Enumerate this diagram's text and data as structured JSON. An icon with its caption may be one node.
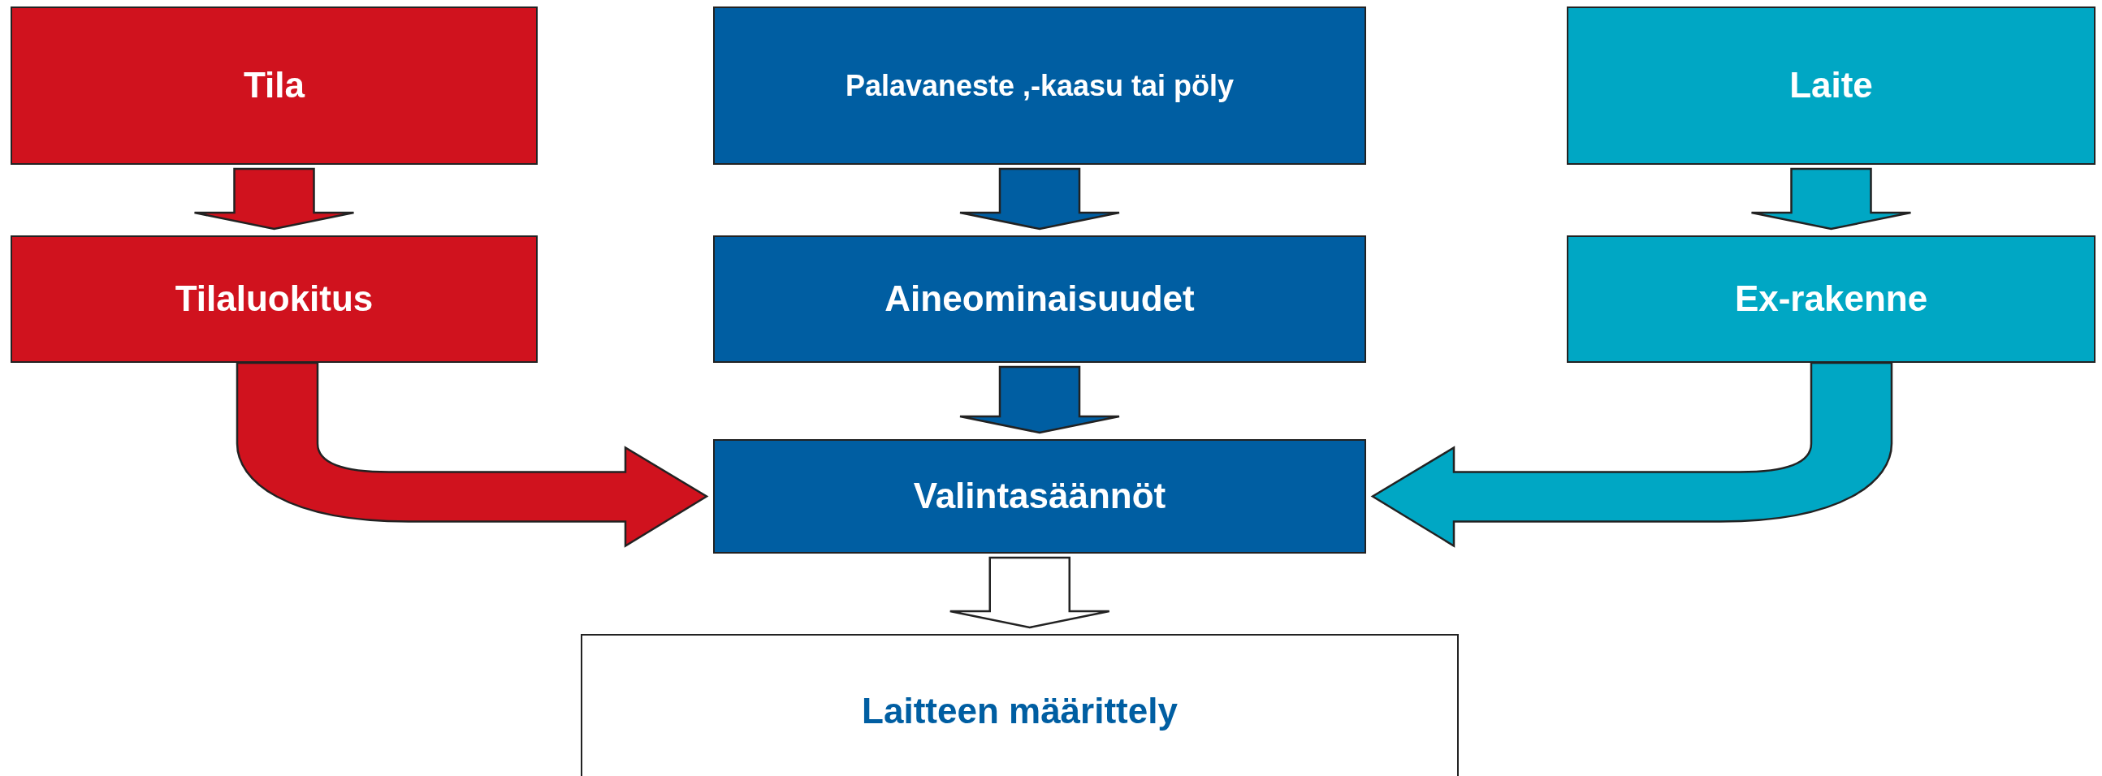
{
  "diagram": {
    "nodes": [
      {
        "text": [
          "Tila"
        ]
      },
      {
        "text": [
          "Palavaneste ,-kaasu tai pöly"
        ]
      },
      {
        "text": [
          "Laite"
        ]
      },
      {
        "text": [
          "Tilaluokitus"
        ]
      },
      {
        "text": [
          "Aineominaisuudet"
        ]
      },
      {
        "text": [
          "Ex-rakenne"
        ]
      },
      {
        "text": [
          "Valintasäännöt"
        ]
      },
      {
        "text": [
          "Laitteen määrittely"
        ]
      }
    ],
    "edges": [
      {
        "from": 0,
        "to": 3,
        "arrow": "to",
        "style": "thick",
        "color": "#d0121e"
      },
      {
        "from": 1,
        "to": 4,
        "arrow": "to",
        "style": "thick",
        "color": "#005ea2"
      },
      {
        "from": 2,
        "to": 5,
        "arrow": "to",
        "style": "thick",
        "color": "#00a7c4"
      },
      {
        "from": 3,
        "to": 6,
        "arrow": "to",
        "style": "thick",
        "color": "#d0121e"
      },
      {
        "from": 4,
        "to": 6,
        "arrow": "to",
        "style": "thick",
        "color": "#005ea2"
      },
      {
        "from": 5,
        "to": 6,
        "arrow": "to",
        "style": "thick",
        "color": "#00a7c4"
      },
      {
        "from": 6,
        "to": 7,
        "arrow": "to",
        "style": "thick",
        "color": "#ffffff"
      }
    ]
  }
}
